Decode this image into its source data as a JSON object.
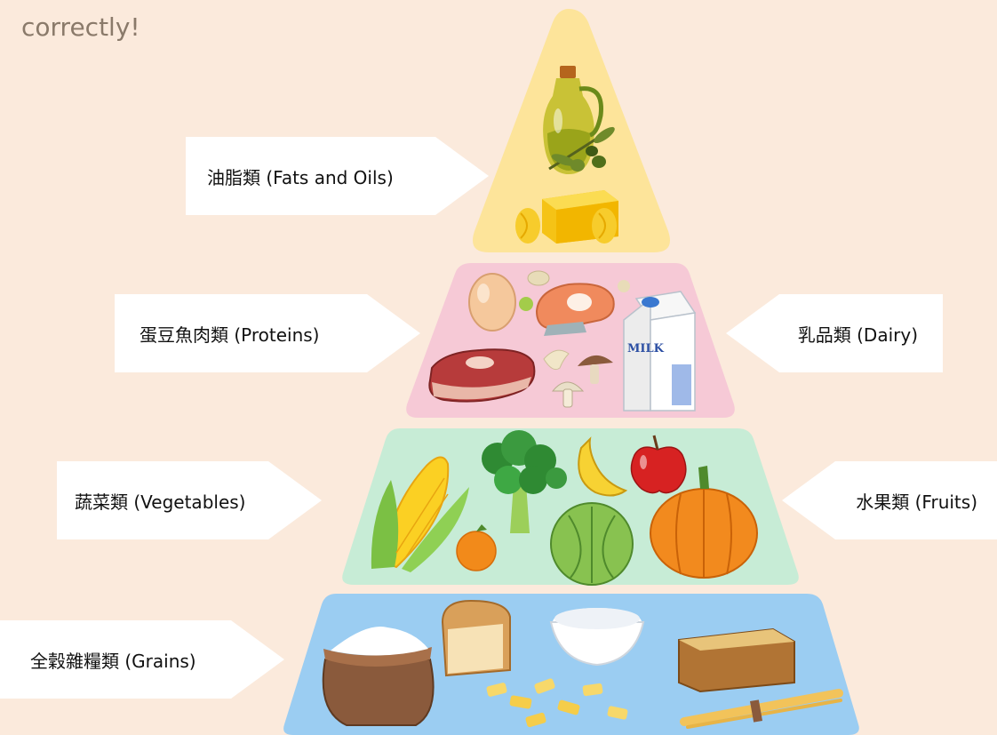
{
  "header": {
    "text": "correctly!"
  },
  "pyramid": {
    "tiers": [
      {
        "id": "fats",
        "color": "#fde49a"
      },
      {
        "id": "proteins",
        "color": "#f6c9d6"
      },
      {
        "id": "vegetables",
        "color": "#c7ecd6"
      },
      {
        "id": "grains",
        "color": "#9bcdf2"
      }
    ],
    "labels": {
      "fats": "油脂類 (Fats and Oils)",
      "proteins": "蛋豆魚肉類 (Proteins)",
      "dairy": "乳品類 (Dairy)",
      "vegetables": "蔬菜類 (Vegetables)",
      "fruits": "水果類 (Fruits)",
      "grains": "全穀雜糧類 (Grains)"
    },
    "milk_text": "MILK"
  },
  "colors": {
    "background": "#fbeadc",
    "label_bg": "#ffffff"
  }
}
